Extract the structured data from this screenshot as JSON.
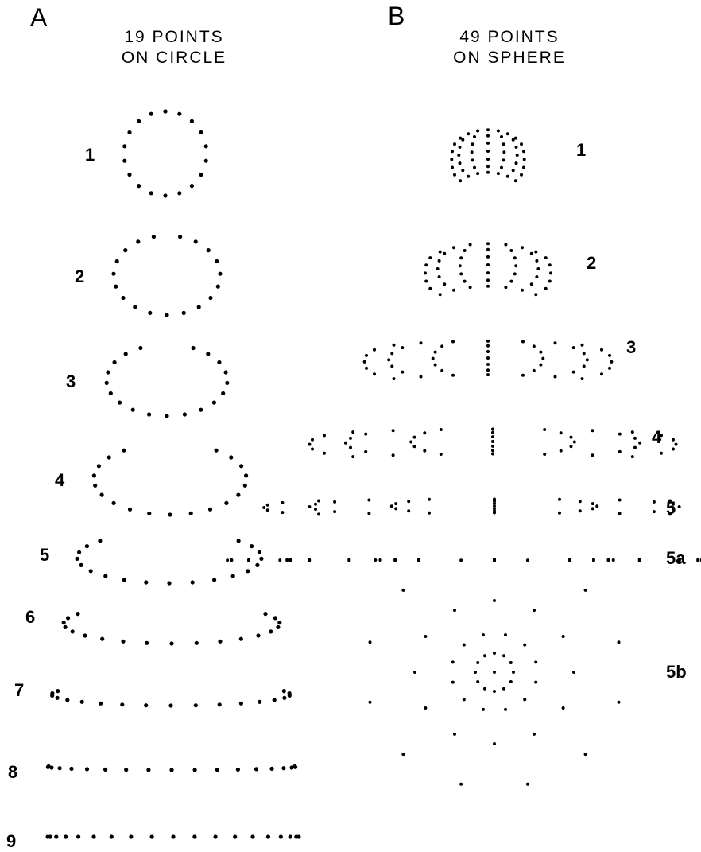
{
  "panel_a": {
    "letter": "A",
    "title_line1": "19  POINTS",
    "title_line2": "ON  CIRCLE",
    "row_labels": [
      "1",
      "2",
      "3",
      "4",
      "5",
      "6",
      "7",
      "8",
      "9"
    ],
    "points_per_row": 19
  },
  "panel_b": {
    "letter": "B",
    "title_line1": "49  POINTS",
    "title_line2": "ON  SPHERE",
    "row_labels": [
      "1",
      "2",
      "3",
      "4",
      "5",
      "5a",
      "5b"
    ],
    "points_per_row": 49
  },
  "colors": {
    "ink": "#000000",
    "background": "#ffffff"
  }
}
